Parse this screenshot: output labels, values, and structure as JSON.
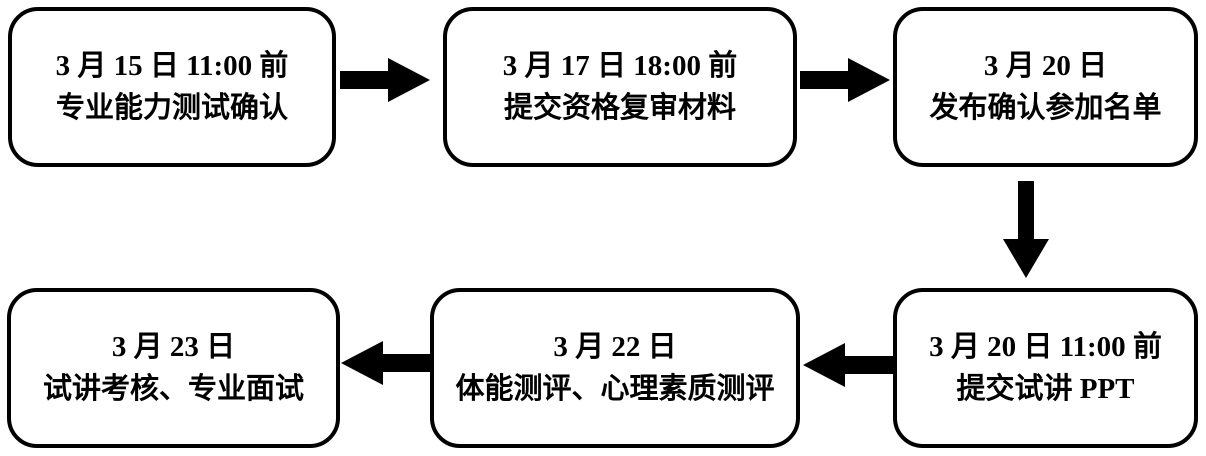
{
  "diagram": {
    "type": "flowchart",
    "background_color": "#ffffff",
    "border_color": "#000000",
    "text_color": "#000000",
    "arrow_color": "#000000",
    "boxes": [
      {
        "id": "step-1",
        "line1": "3 月 15 日 11:00 前",
        "line2": "专业能力测试确认"
      },
      {
        "id": "step-2",
        "line1": "3 月 17 日 18:00 前",
        "line2": "提交资格复审材料"
      },
      {
        "id": "step-3",
        "line1": "3 月 20 日",
        "line2": "发布确认参加名单"
      },
      {
        "id": "step-4",
        "line1": "3 月 20 日 11:00 前",
        "line2": "提交试讲 PPT"
      },
      {
        "id": "step-5",
        "line1": "3 月 22 日",
        "line2": "体能测评、心理素质测评"
      },
      {
        "id": "step-6",
        "line1": "3 月 23 日",
        "line2": "试讲考核、专业面试"
      }
    ],
    "arrows": [
      {
        "from": "step-1",
        "to": "step-2",
        "direction": "right"
      },
      {
        "from": "step-2",
        "to": "step-3",
        "direction": "right"
      },
      {
        "from": "step-3",
        "to": "step-4",
        "direction": "down"
      },
      {
        "from": "step-4",
        "to": "step-5",
        "direction": "left"
      },
      {
        "from": "step-5",
        "to": "step-6",
        "direction": "left"
      }
    ]
  }
}
